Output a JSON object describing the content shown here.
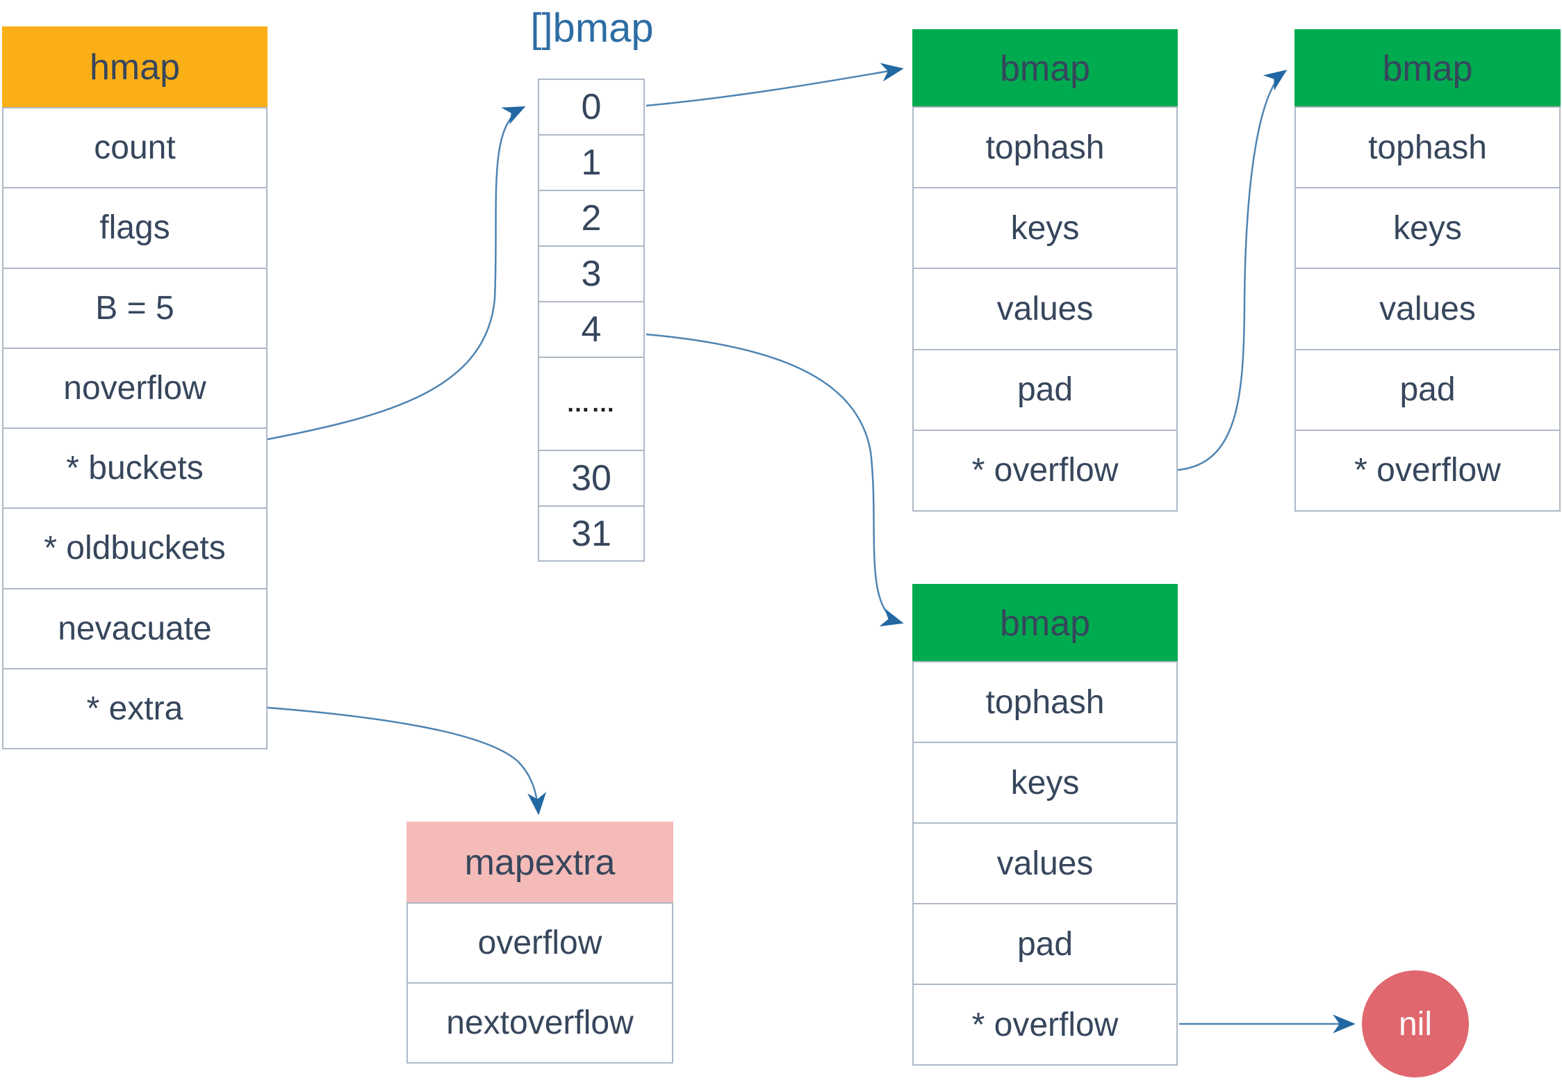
{
  "colors": {
    "orange": "#FBAF17",
    "green": "#00AB50",
    "pink": "#F5BBB8",
    "red": "#E0676E",
    "navy": "#36465C",
    "title-blue": "#2E6DA4",
    "arrow-line": "#4E84B2",
    "arrow-head": "#2268A2",
    "cell-border": "#AEB8C6"
  },
  "hmap": {
    "title": "hmap",
    "rows": [
      "count",
      "flags",
      "B = 5",
      "noverflow",
      "* buckets",
      "* oldbuckets",
      "nevacuate",
      "* extra"
    ]
  },
  "bucket_array": {
    "title": "[]bmap",
    "cells": [
      "0",
      "1",
      "2",
      "3",
      "4",
      "……",
      "30",
      "31"
    ]
  },
  "bmap_tables": [
    {
      "id": "top",
      "title": "bmap",
      "rows": [
        "tophash",
        "keys",
        "values",
        "pad",
        "* overflow"
      ]
    },
    {
      "id": "right",
      "title": "bmap",
      "rows": [
        "tophash",
        "keys",
        "values",
        "pad",
        "* overflow"
      ]
    },
    {
      "id": "bottom",
      "title": "bmap",
      "rows": [
        "tophash",
        "keys",
        "values",
        "pad",
        "* overflow"
      ]
    }
  ],
  "mapextra": {
    "title": "mapextra",
    "rows": [
      "overflow",
      "nextoverflow"
    ]
  },
  "nil_label": "nil",
  "arrows": [
    {
      "from": "hmap.* buckets",
      "to": "bucket_array.cell 0"
    },
    {
      "from": "bucket_array.cell 0",
      "to": "bmap top"
    },
    {
      "from": "bucket_array.cell 4",
      "to": "bmap bottom"
    },
    {
      "from": "bmap top.* overflow",
      "to": "bmap right"
    },
    {
      "from": "hmap.* extra",
      "to": "mapextra"
    },
    {
      "from": "bmap bottom.* overflow",
      "to": "nil"
    }
  ]
}
